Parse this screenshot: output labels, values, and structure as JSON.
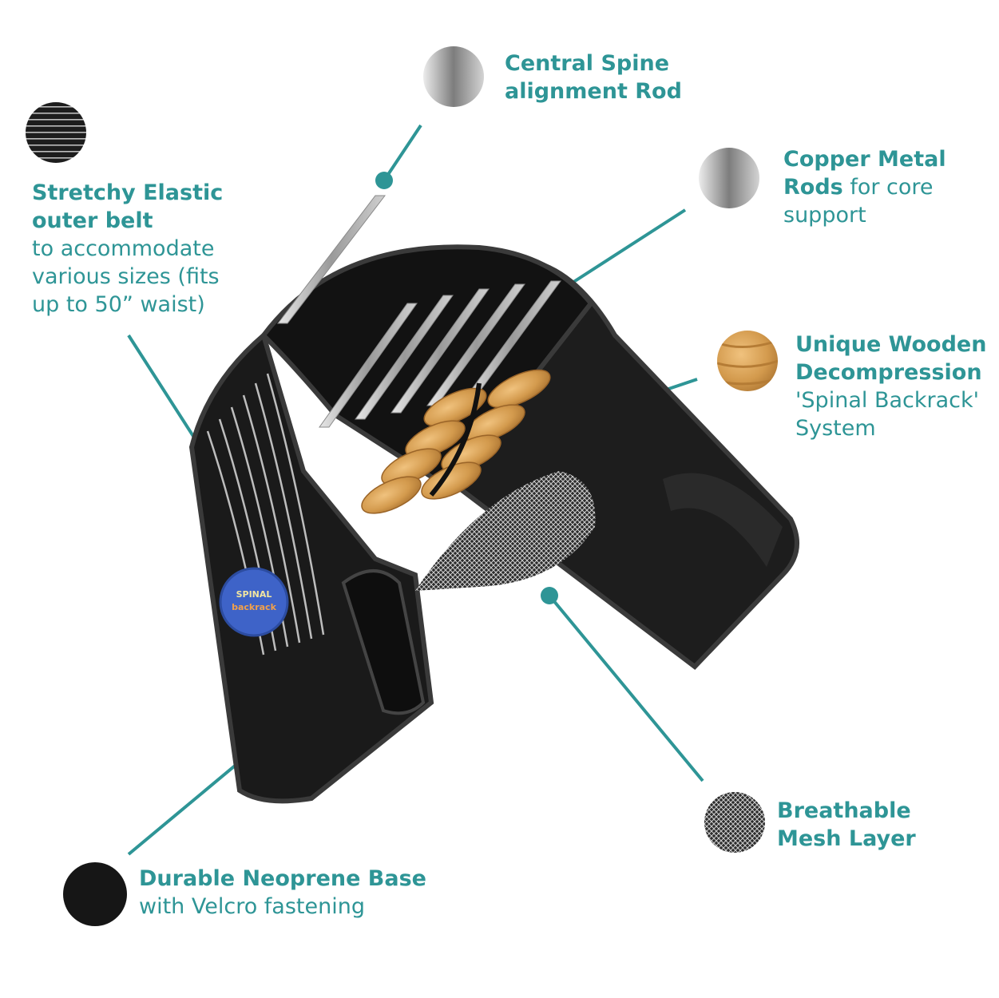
{
  "colors": {
    "accent": "#2e9596",
    "belt": "#1c1c1c",
    "belt_edge": "#3a3a3a",
    "metal": "#b9b9b9",
    "wood": "#d39a4d"
  },
  "swatches": [
    {
      "name": "elastic-swatch",
      "texture": "striped-elastic"
    },
    {
      "name": "spine-rod-swatch",
      "texture": "brushed-metal"
    },
    {
      "name": "copper-rod-swatch",
      "texture": "brushed-metal"
    },
    {
      "name": "wood-swatch",
      "texture": "wood-grain"
    },
    {
      "name": "mesh-swatch",
      "texture": "woven-mesh"
    },
    {
      "name": "neoprene-swatch",
      "texture": "black-neoprene"
    }
  ],
  "labels": {
    "elastic": {
      "title_line1": "Stretchy Elastic",
      "title_line2": "outer belt",
      "desc_line1": "to accommodate",
      "desc_line2": "various sizes (fits",
      "desc_line3": "up to 50” waist)"
    },
    "spine_rod": {
      "title_line1": "Central Spine",
      "title_line2": "alignment Rod"
    },
    "copper_rods": {
      "title_line1": "Copper Metal",
      "title_line2_bold": "Rods",
      "title_line2_rest": " for core",
      "desc_line1": "support"
    },
    "wooden": {
      "title_line1": "Unique Wooden",
      "title_line2": "Decompression",
      "desc_line1": "'Spinal Backrack'",
      "desc_line2": "System"
    },
    "mesh": {
      "title_line1": "Breathable",
      "title_line2": "Mesh Layer"
    },
    "neoprene": {
      "title_line1": "Durable Neoprene Base",
      "desc_line1": "with Velcro fastening"
    }
  },
  "badge": {
    "line1": "SPINAL",
    "line2": "backrack"
  }
}
